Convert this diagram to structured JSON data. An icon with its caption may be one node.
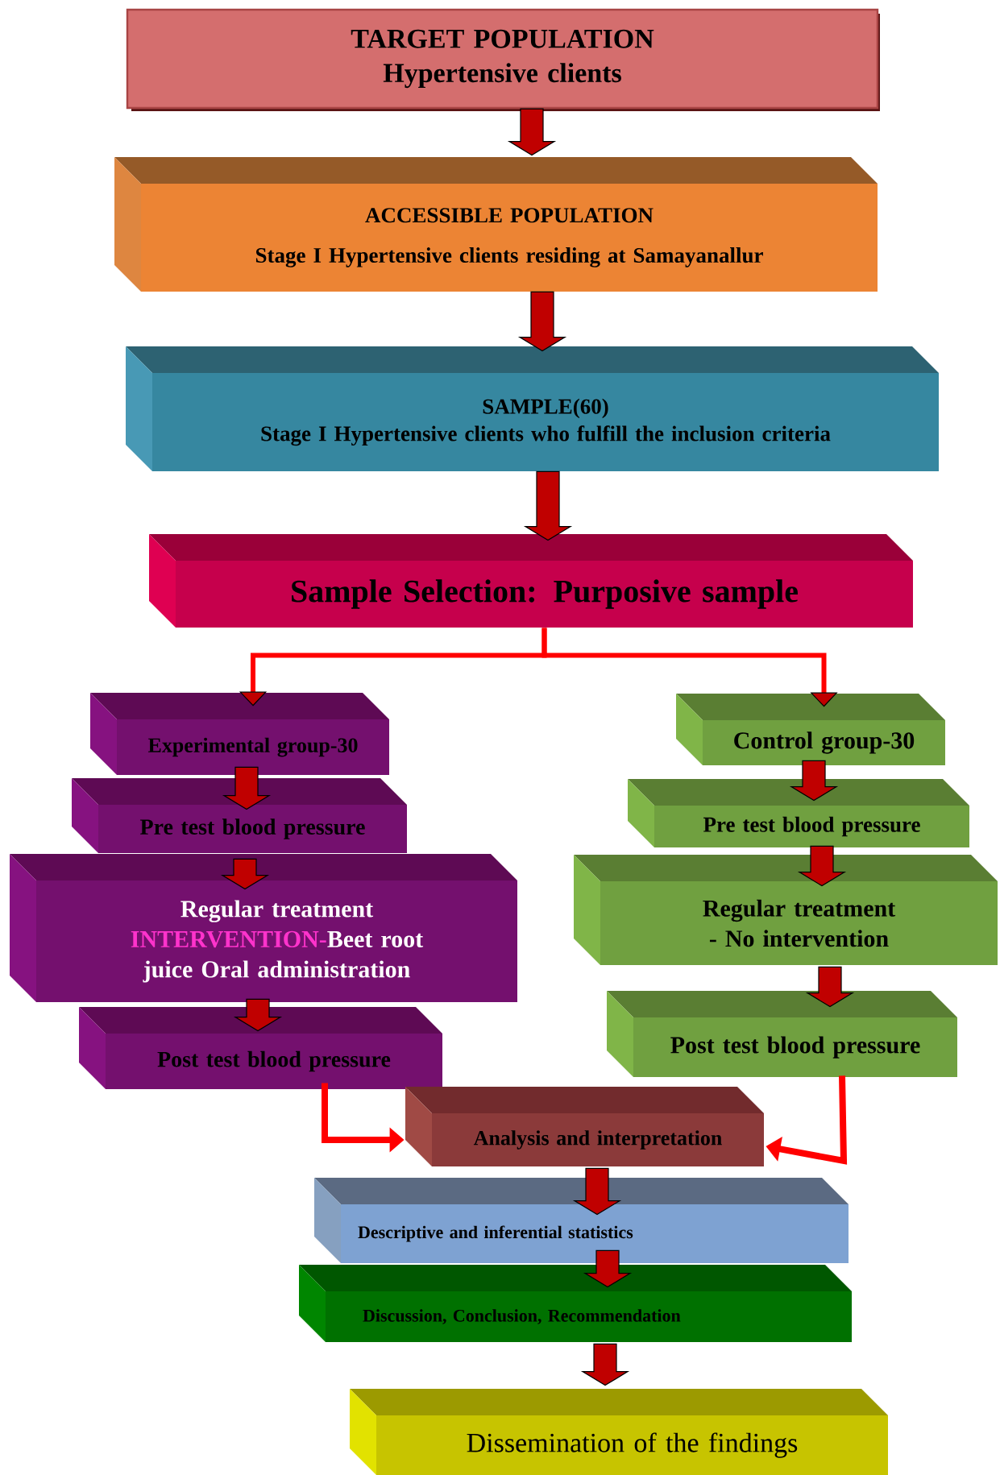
{
  "diagram": {
    "nodes": [
      {
        "text": [
          "TARGET POPULATION",
          "Hypertensive clients"
        ]
      },
      {
        "text": [
          "ACCESSIBLE POPULATION",
          "Stage I Hypertensive clients residing at Samayanallur"
        ]
      },
      {
        "text": [
          "SAMPLE(60)",
          "Stage I Hypertensive clients who fulfill the inclusion criteria"
        ]
      },
      {
        "text": [
          "Sample Selection: Purposive sample"
        ]
      },
      {
        "text": [
          "Experimental group-30"
        ]
      },
      {
        "text": [
          "Pre test blood pressure"
        ]
      },
      {
        "text": [
          "Regular treatment",
          "INTERVENTION-",
          "Beet root juice Oral administration"
        ]
      },
      {
        "text": [
          "Post test blood pressure"
        ]
      },
      {
        "text": [
          "Control group-30"
        ]
      },
      {
        "text": [
          "Pre test blood pressure"
        ]
      },
      {
        "text": [
          "Regular treatment",
          "- No intervention"
        ]
      },
      {
        "text": [
          "Post test blood pressure"
        ]
      },
      {
        "text": [
          "Analysis and interpretation"
        ]
      },
      {
        "text": [
          "Descriptive and inferential statistics"
        ]
      },
      {
        "text": [
          "Discussion, Conclusion, Recommendation"
        ]
      },
      {
        "text": [
          "Dissemination of the findings"
        ]
      }
    ],
    "edges": [
      {
        "from": 0,
        "to": 1,
        "arrow": "to"
      },
      {
        "from": 1,
        "to": 2,
        "arrow": "to"
      },
      {
        "from": 2,
        "to": 3,
        "arrow": "to"
      },
      {
        "from": 3,
        "to": 4,
        "arrow": "to",
        "color": "#ff0000"
      },
      {
        "from": 3,
        "to": 8,
        "arrow": "to",
        "color": "#ff0000"
      },
      {
        "from": 4,
        "to": 5,
        "arrow": "to"
      },
      {
        "from": 5,
        "to": 6,
        "arrow": "to"
      },
      {
        "from": 6,
        "to": 7,
        "arrow": "to"
      },
      {
        "from": 8,
        "to": 9,
        "arrow": "to"
      },
      {
        "from": 9,
        "to": 10,
        "arrow": "to"
      },
      {
        "from": 10,
        "to": 11,
        "arrow": "to"
      },
      {
        "from": 7,
        "to": 12,
        "arrow": "to",
        "color": "#ff0000"
      },
      {
        "from": 11,
        "to": 12,
        "arrow": "to",
        "color": "#ff0000"
      },
      {
        "from": 12,
        "to": 13,
        "arrow": "to"
      },
      {
        "from": 13,
        "to": 14,
        "arrow": "to"
      },
      {
        "from": 14,
        "to": 15,
        "arrow": "to"
      }
    ]
  }
}
